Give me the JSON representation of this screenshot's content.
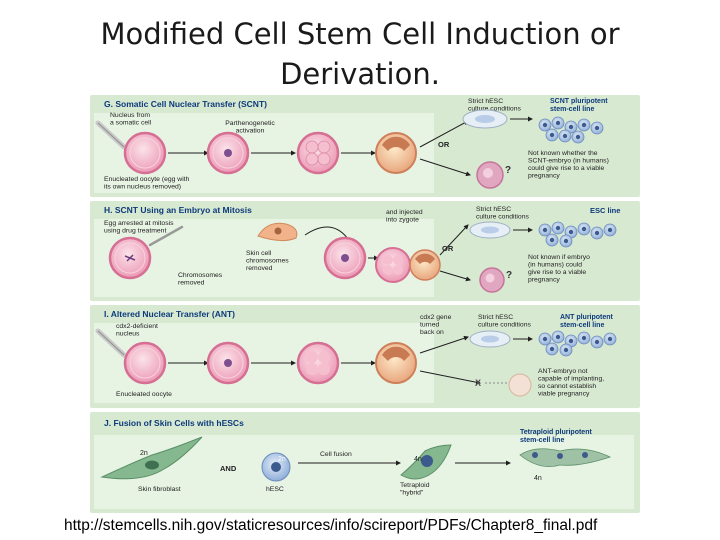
{
  "slide": {
    "title_line1": "Modified Cell Stem Cell Induction or",
    "title_line2": "Derivation.",
    "source_url": "http://stemcells.nih.gov/staticresources/info/scireport/PDFs/Chapter8_final.pdf"
  },
  "panels": {
    "g": {
      "heading": "G. Somatic Cell Nuclear Transfer (SCNT)",
      "nucleus1": "Nucleus from",
      "nucleus2": "a somatic cell",
      "partheno1": "Parthenogenetic",
      "partheno2": "activation",
      "enucleated1": "Enucleated oocyte (egg with",
      "enucleated2": "its own nucleus removed)",
      "strict1": "Strict hESC",
      "strict2": "culture conditions",
      "result1": "SCNT pluripotent",
      "result2": "stem-cell line",
      "or": "OR",
      "q": "?",
      "notknown1": "Not known whether the",
      "notknown2": "SCNT-embryo (in humans)",
      "notknown3": "could give rise to a viable",
      "notknown4": "pregnancy"
    },
    "h": {
      "heading": "H. SCNT Using an Embryo at Mitosis",
      "egg1": "Egg arrested at mitosis",
      "egg2": "using drug treatment",
      "injected1": "and injected",
      "injected2": "into zygote",
      "skin1": "Skin cell",
      "skin2": "chromosomes",
      "skin3": "removed",
      "chrom1": "Chromosomes",
      "chrom2": "removed",
      "strict1": "Strict hESC",
      "strict2": "culture conditions",
      "result": "ESC line",
      "or": "OR",
      "q": "?",
      "notknown1": "Not known if embryo",
      "notknown2": "(in humans) could",
      "notknown3": "give rise to a viable",
      "notknown4": "pregnancy"
    },
    "i": {
      "heading": "I. Altered Nuclear Transfer (ANT)",
      "cdx1": "cdx2-deficient",
      "cdx2": "nucleus",
      "gene1": "cdx2 gene",
      "gene2": "turned",
      "gene3": "back on",
      "strict1": "Strict hESC",
      "strict2": "culture conditions",
      "result1": "ANT pluripotent",
      "result2": "stem-cell line",
      "enucleated": "Enucleated oocyte",
      "x": "X",
      "embryo1": "ANT-embryo not",
      "embryo2": "capable of implanting,",
      "embryo3": "so cannot establish",
      "embryo4": "viable pregnancy"
    },
    "j": {
      "heading": "J. Fusion of Skin Cells with hESCs",
      "result1": "Tetraploid pluripotent",
      "result2": "stem-cell line",
      "ploidy_2n_a": "2n",
      "ploidy_2n_b": "2n",
      "ploidy_4n_a": "4n",
      "ploidy_4n_b": "4n",
      "and": "AND",
      "fusion": "Cell fusion",
      "fibroblast": "Skin fibroblast",
      "hesc": "hESC",
      "hybrid1": "Tetraploid",
      "hybrid2": "\"hybrid\""
    }
  },
  "colors": {
    "panel_bg": "#d8e9d2",
    "band_bg": "#eef6ea",
    "oocyte_fill": "#f3c6d4",
    "oocyte_ring": "#e07fa0",
    "nucleus_fill": "#7d4f8f",
    "stem_cell": "#b9cde8",
    "skin_cell": "#f2b38a",
    "fibroblast": "#86b890",
    "heading": "#0d3a7a"
  }
}
